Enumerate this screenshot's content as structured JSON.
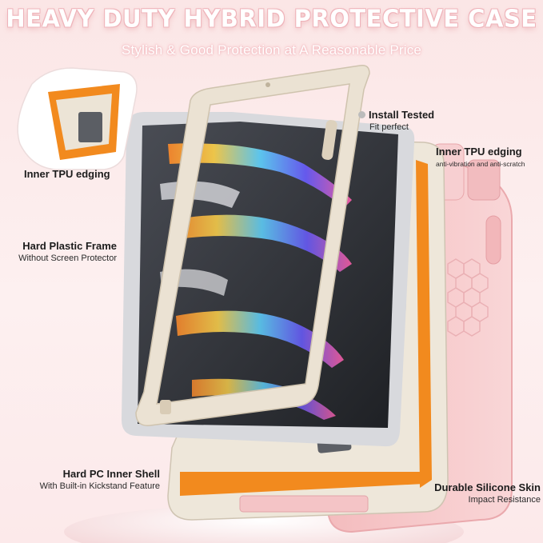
{
  "headline": "HEAVY DUTY HYBRID PROTECTIVE CASE",
  "subheadline": "Stylish & Good Protection at A Reasonable Price",
  "callouts": {
    "inner_tpu_left": {
      "title": "Inner TPU edging"
    },
    "hard_plastic_frame": {
      "title": "Hard Plastic Frame",
      "subtitle": "Without Screen Protector"
    },
    "install_tested": {
      "title": "Install Tested",
      "subtitle": "Fit perfect"
    },
    "inner_tpu_right": {
      "title": "Inner TPU edging",
      "subtitle": "anti-vibration and anti-scratch"
    },
    "pc_inner_shell": {
      "title": "Hard  PC Inner Shell",
      "subtitle": "With Built-in Kickstand Feature"
    },
    "silicone_skin": {
      "title": "Durable Silicone Skin",
      "subtitle": "Impact Resistance"
    }
  },
  "colors": {
    "background": "#fbe6e6",
    "frame_beige": "#ece4d6",
    "tpu_orange": "#f28a1e",
    "silicone_pink": "#f6c6c8",
    "tablet_dark": "#2a2c31"
  }
}
